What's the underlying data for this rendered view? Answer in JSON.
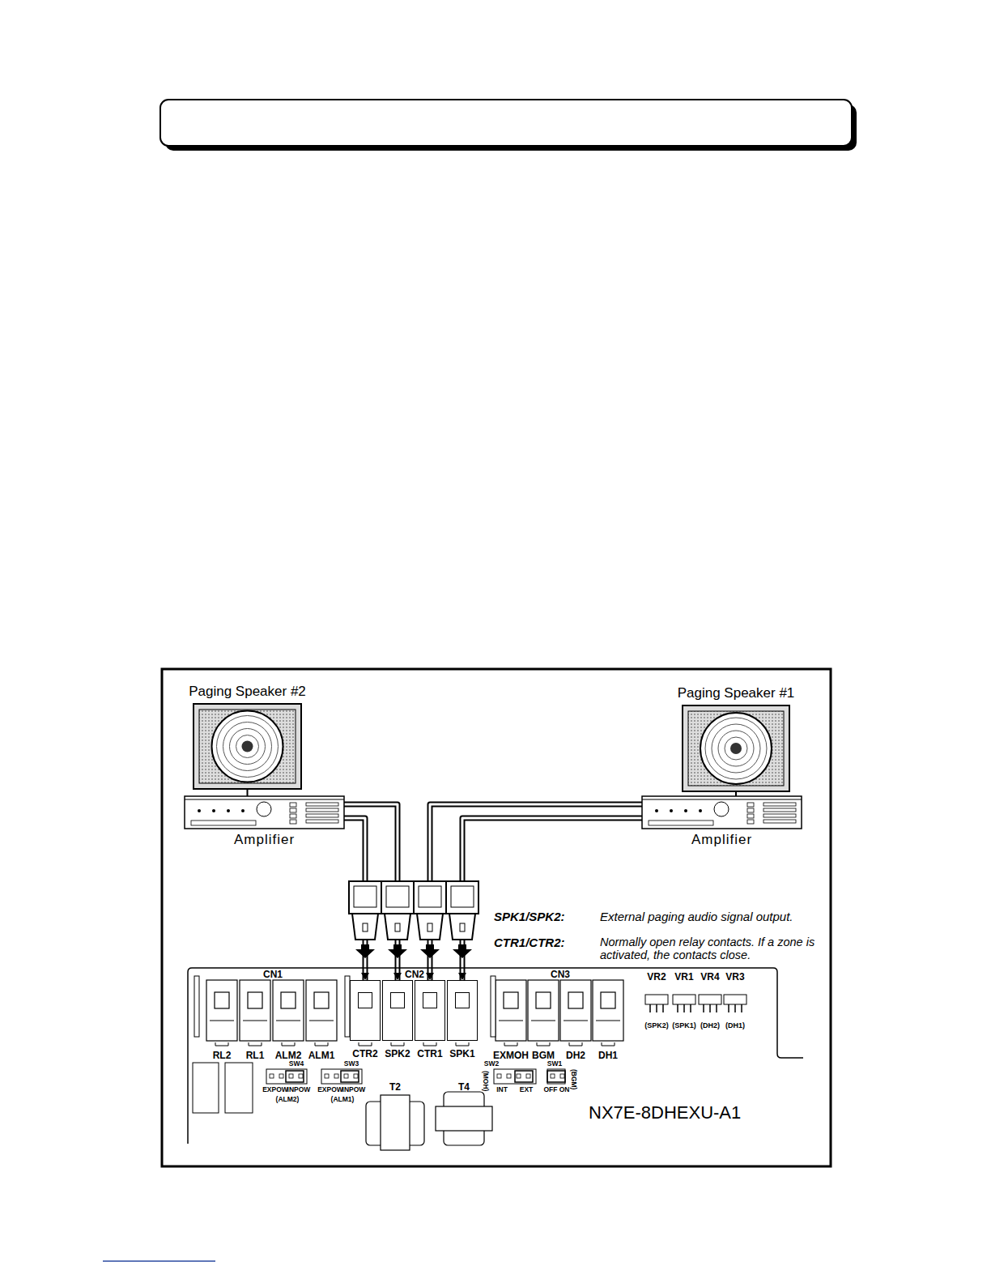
{
  "diagram": {
    "nodes": [
      {
        "text": [
          "Paging Speaker #2"
        ]
      },
      {
        "text": [
          "Paging Speaker #1"
        ]
      },
      {
        "text": [
          "Amplifier"
        ]
      },
      {
        "text": [
          "Amplifier"
        ]
      },
      {
        "text": [
          "NX7E-8DHEXU-A1"
        ]
      },
      {
        "text": [
          "CTR2"
        ],
        "in": 4
      },
      {
        "text": [
          "SPK2"
        ],
        "in": 4
      },
      {
        "text": [
          "CTR1"
        ],
        "in": 4
      },
      {
        "text": [
          "SPK1"
        ],
        "in": 4
      }
    ],
    "edges": [
      {
        "from": 0,
        "to": 2,
        "arrow": "none"
      },
      {
        "from": 1,
        "to": 3,
        "arrow": "none"
      },
      {
        "from": 2,
        "to": 5,
        "arrow": "to"
      },
      {
        "from": 2,
        "to": 6,
        "arrow": "to"
      },
      {
        "from": 3,
        "to": 7,
        "arrow": "to"
      },
      {
        "from": 3,
        "to": 8,
        "arrow": "to"
      }
    ],
    "labels": [
      "SPK1/SPK2:",
      "External paging audio signal output.",
      "CTR1/CTR2:",
      "Normally open relay contacts. If a zone is activated, the contacts close.",
      "CN1",
      "CN2",
      "CN3",
      "RL2",
      "RL1",
      "ALM2",
      "ALM1",
      "EXMOH",
      "BGM",
      "DH2",
      "DH1",
      "VR2",
      "VR1",
      "VR4",
      "VR3",
      "(SPK2)",
      "(SPK1)",
      "(DH2)",
      "(DH1)",
      "SW4",
      "SW3",
      "SW2",
      "SW1",
      "EXPOW",
      "INPOW",
      "(ALM2)",
      "EXPOW",
      "INPOW",
      "(ALM1)",
      "T2",
      "T4",
      "(MOH)",
      "INT",
      "EXT",
      "OFF",
      "ON",
      "(BGM)"
    ]
  }
}
